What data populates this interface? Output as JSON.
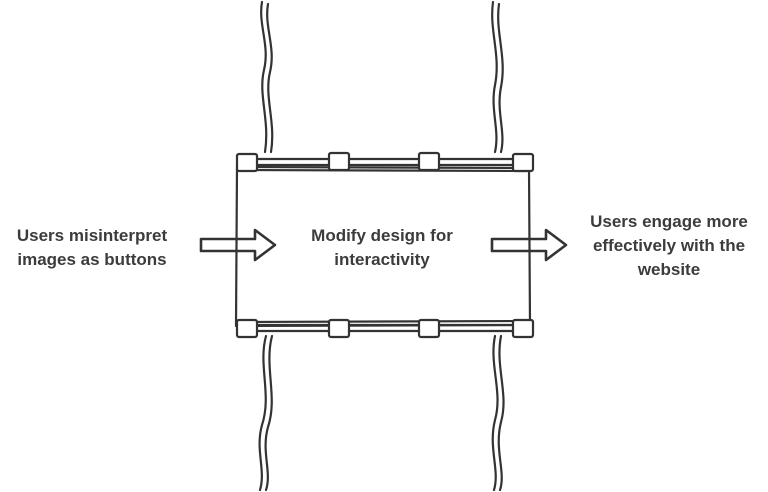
{
  "input": {
    "lines": [
      "Users misinterpret",
      "images as buttons"
    ]
  },
  "process": {
    "lines": [
      "Modify design for",
      "interactivity"
    ]
  },
  "output": {
    "lines": [
      "Users engage more",
      "effectively with the",
      "website"
    ]
  },
  "colors": {
    "stroke": "#333333",
    "text": "#3c3c3c",
    "background": "#ffffff"
  }
}
